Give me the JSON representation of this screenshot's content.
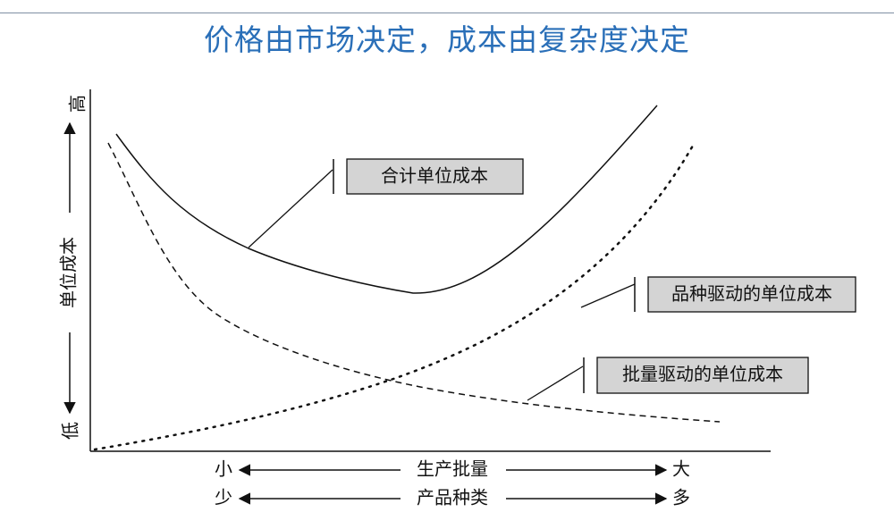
{
  "title": "价格由市场决定，成本由复杂度决定",
  "y_axis": {
    "label": "单位成本",
    "high": "高",
    "low": "低"
  },
  "x_axis_rows": [
    {
      "left": "小",
      "label": "生产批量",
      "right": "大"
    },
    {
      "left": "少",
      "label": "产品种类",
      "right": "多"
    }
  ],
  "callouts": {
    "total": "合计单位成本",
    "variety": "品种驱动的单位成本",
    "volume": "批量驱动的单位成本"
  },
  "colors": {
    "title": "#2a6fb8",
    "callout_fill": "#d4d4d4",
    "ink": "#111111"
  }
}
